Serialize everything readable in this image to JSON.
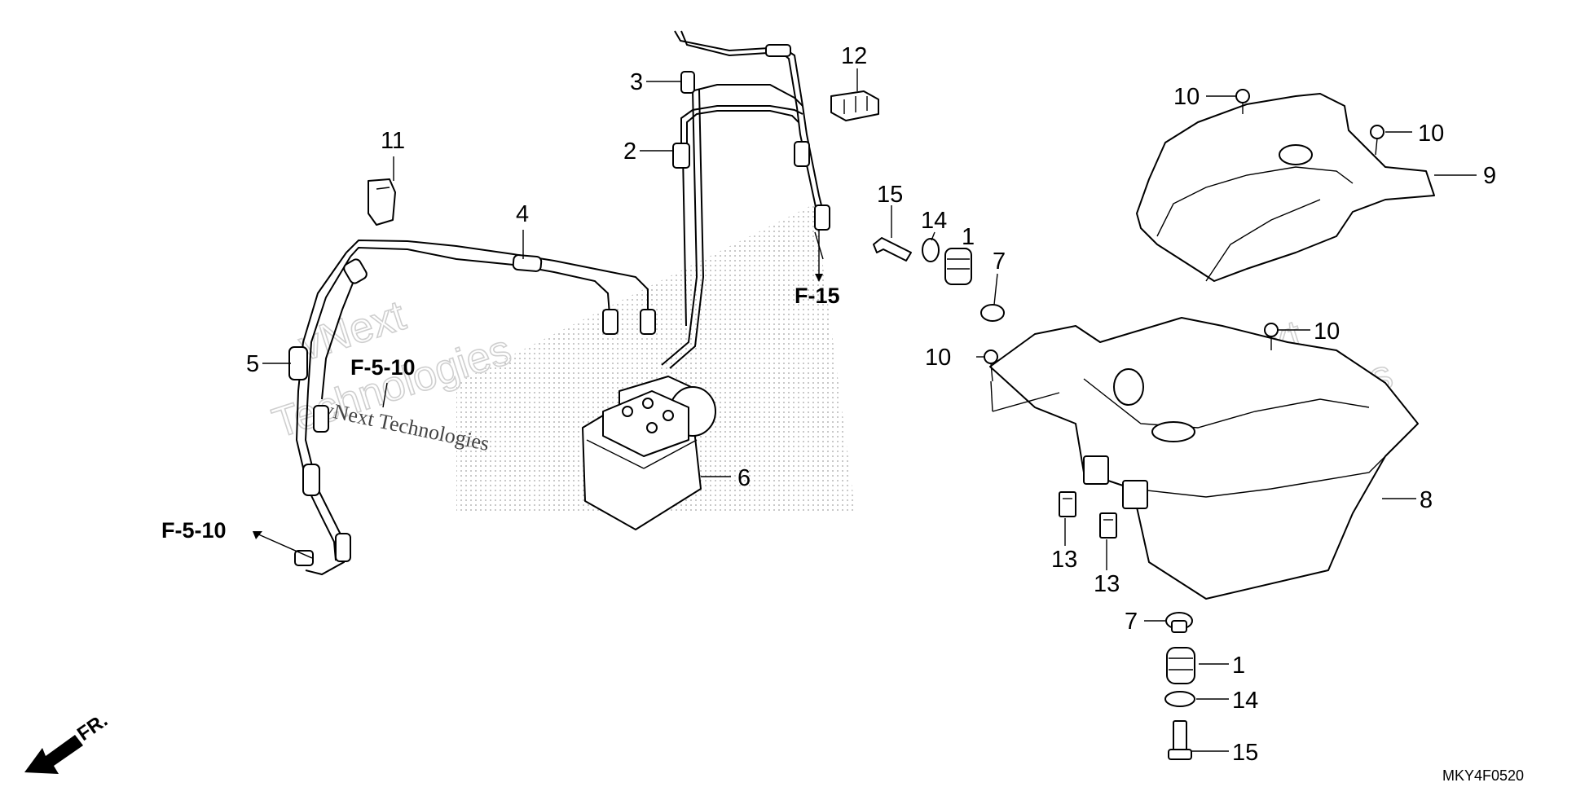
{
  "diagram_code": "MKY4F0520",
  "front_marker": "FR.",
  "watermark": {
    "brand": "vNext",
    "company": "Technologies",
    "small": "vNext Technologies"
  },
  "references": {
    "f15": "F-15",
    "f510_upper": "F-5-10",
    "f510_lower": "F-5-10"
  },
  "callouts": [
    {
      "id": "c3",
      "label": "3"
    },
    {
      "id": "c2",
      "label": "2"
    },
    {
      "id": "c11",
      "label": "11"
    },
    {
      "id": "c4",
      "label": "4"
    },
    {
      "id": "c5",
      "label": "5"
    },
    {
      "id": "c6",
      "label": "6"
    },
    {
      "id": "c12",
      "label": "12"
    },
    {
      "id": "c15a",
      "label": "15"
    },
    {
      "id": "c14a",
      "label": "14"
    },
    {
      "id": "c1a",
      "label": "1"
    },
    {
      "id": "c7a",
      "label": "7"
    },
    {
      "id": "c10a",
      "label": "10"
    },
    {
      "id": "c10b",
      "label": "10"
    },
    {
      "id": "c9",
      "label": "9"
    },
    {
      "id": "c10c",
      "label": "10"
    },
    {
      "id": "c10d",
      "label": "10"
    },
    {
      "id": "c8",
      "label": "8"
    },
    {
      "id": "c13a",
      "label": "13"
    },
    {
      "id": "c13b",
      "label": "13"
    },
    {
      "id": "c7b",
      "label": "7"
    },
    {
      "id": "c1b",
      "label": "1"
    },
    {
      "id": "c14b",
      "label": "14"
    },
    {
      "id": "c15b",
      "label": "15"
    }
  ]
}
